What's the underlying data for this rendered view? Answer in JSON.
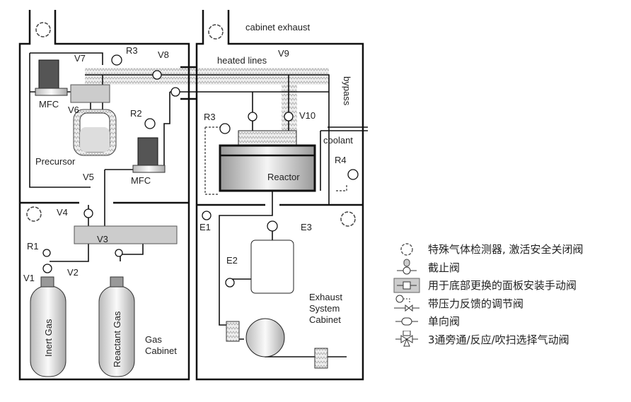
{
  "labels": {
    "cabinet_exhaust": "cabinet exhaust",
    "heated_lines": "heated lines",
    "bypass": "bypass",
    "coolant": "coolant",
    "reactor": "Reactor",
    "precursor": "Precursor",
    "mfc1": "MFC",
    "mfc2": "MFC",
    "inert_gas": "Inert Gas",
    "reactant_gas": "Reactant Gas",
    "gas_cabinet_1": "Gas",
    "gas_cabinet_2": "Cabinet",
    "exhaust_1": "Exhaust",
    "exhaust_2": "System",
    "exhaust_3": "Cabinet",
    "v1": "V1",
    "v2": "V2",
    "v3": "V3",
    "v4": "V4",
    "v5": "V5",
    "v6": "V6",
    "v7": "V7",
    "v8": "V8",
    "v9": "V9",
    "v10": "V10",
    "r1": "R1",
    "r2": "R2",
    "r3a": "R3",
    "r3b": "R3",
    "r4": "R4",
    "e1": "E1",
    "e2": "E2",
    "e3": "E3"
  },
  "legend": [
    {
      "icon": "gas-detector-icon",
      "text": "特殊气体检测器, 激活安全关闭阀"
    },
    {
      "icon": "shutoff-valve-icon",
      "text": "截止阀"
    },
    {
      "icon": "panel-manual-valve-icon",
      "text": "用于底部更换的面板安装手动阀"
    },
    {
      "icon": "pressure-regulator-icon",
      "text": "带压力反馈的调节阀"
    },
    {
      "icon": "check-valve-icon",
      "text": "单向阀"
    },
    {
      "icon": "three-way-valve-icon",
      "text": "3通旁通/反应/吹扫选择气动阀"
    }
  ]
}
